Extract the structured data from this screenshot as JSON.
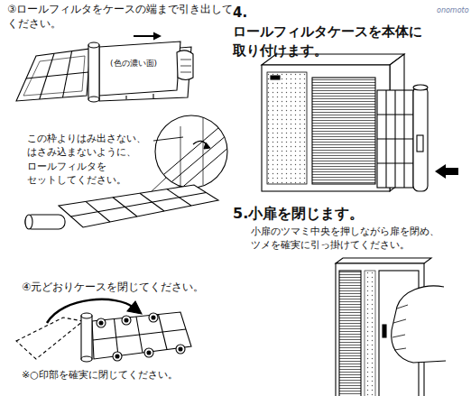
{
  "diagram": {
    "labels": [
      "③ロールフィルタをケースの端まで引き出して ください。",
      "(色の濃い面)",
      "この枠よりはみ出さない、 はさみ込まないように、 ロールフィルタを セットしてください。",
      "④元どおりケースを閉じてください。",
      "※○印部を確実に閉じてください。",
      "4.ロールフィルタケースを本体に 取り付けます。",
      "5.小扉を閉じます。",
      "小扉のツマミ中央を押しながら扉を閉め、 ツメを確実に引っ掛けてください。",
      "onomoto"
    ]
  }
}
